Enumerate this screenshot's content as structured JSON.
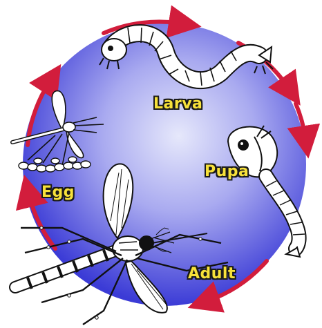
{
  "diagram": {
    "stages": [
      {
        "id": "larva",
        "label": "Larva"
      },
      {
        "id": "pupa",
        "label": "Pupa"
      },
      {
        "id": "adult",
        "label": "Adult"
      },
      {
        "id": "egg",
        "label": "Egg"
      }
    ]
  },
  "colors": {
    "circle_center": "#e6e8fb",
    "circle_edge": "#3b3bd6",
    "arrow": "#d21d3c",
    "label_fill": "#f7e13a",
    "label_outline": "#1a1a1a",
    "insect_body": "#ffffff",
    "insect_line": "#111111"
  }
}
